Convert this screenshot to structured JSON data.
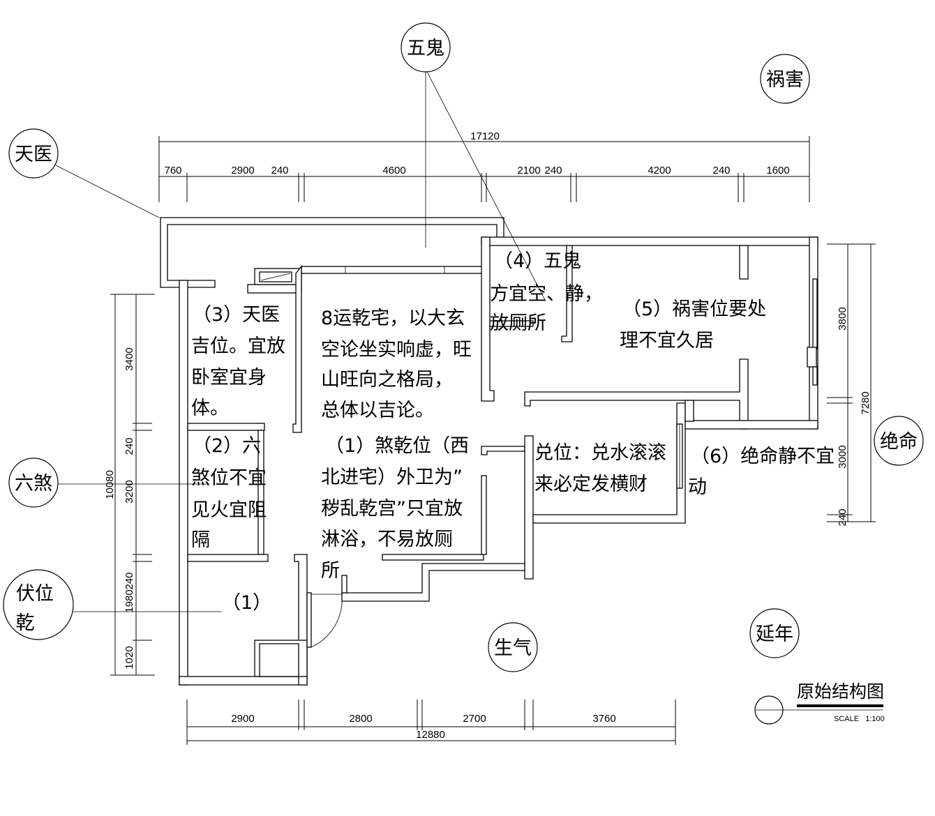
{
  "directions": {
    "wugui": "五鬼",
    "huohai": "祸害",
    "tianyi": "天医",
    "liusha": "六煞",
    "fuwei": [
      "伏位",
      "乾"
    ],
    "shengqi": "生气",
    "yannian": "延年",
    "jueming": "绝命"
  },
  "dimensions": {
    "top_total": "17120",
    "top": [
      "760",
      "2900",
      "240",
      "4600",
      "2100",
      "240",
      "4200",
      "240",
      "1600"
    ],
    "left_total": "10080",
    "left": [
      "3400",
      "240",
      "3200",
      "240",
      "1980",
      "1020"
    ],
    "right_total": "7280",
    "right": [
      "3800",
      "3000",
      "240"
    ],
    "bottom": [
      "2900",
      "2800",
      "2700",
      "3760"
    ],
    "bottom_total": "12880"
  },
  "notes": {
    "n3": [
      "（3）天医",
      "吉位。宜放",
      "卧室宜身",
      "体。"
    ],
    "n2": [
      "（2）六",
      "煞位不宜",
      "见火宜阻",
      "隔"
    ],
    "n1_entry": "（1）",
    "overview": [
      "8运乾宅，以大玄",
      "空论坐实响虚，旺",
      "山旺向之格局，",
      "总体以吉论。"
    ],
    "n1": [
      "（1）煞乾位（西",
      "北进宅）外卫为”",
      "秽乱乾宫”只宜放",
      "淋浴，不易放厕",
      "所"
    ],
    "n4": [
      "（4）五鬼",
      "方宜空、静，",
      "放厕所"
    ],
    "n5": [
      "（5）祸害位要处",
      "理不宜久居"
    ],
    "dui": [
      "兑位：兑水滚滚",
      "来必定发横财"
    ],
    "n6": [
      "（6）绝命静不宜",
      "动"
    ]
  },
  "title_block": {
    "title": "原始结构图",
    "scale": "SCALE   1:100"
  },
  "colors": {
    "line": "#000000",
    "background": "#ffffff"
  }
}
